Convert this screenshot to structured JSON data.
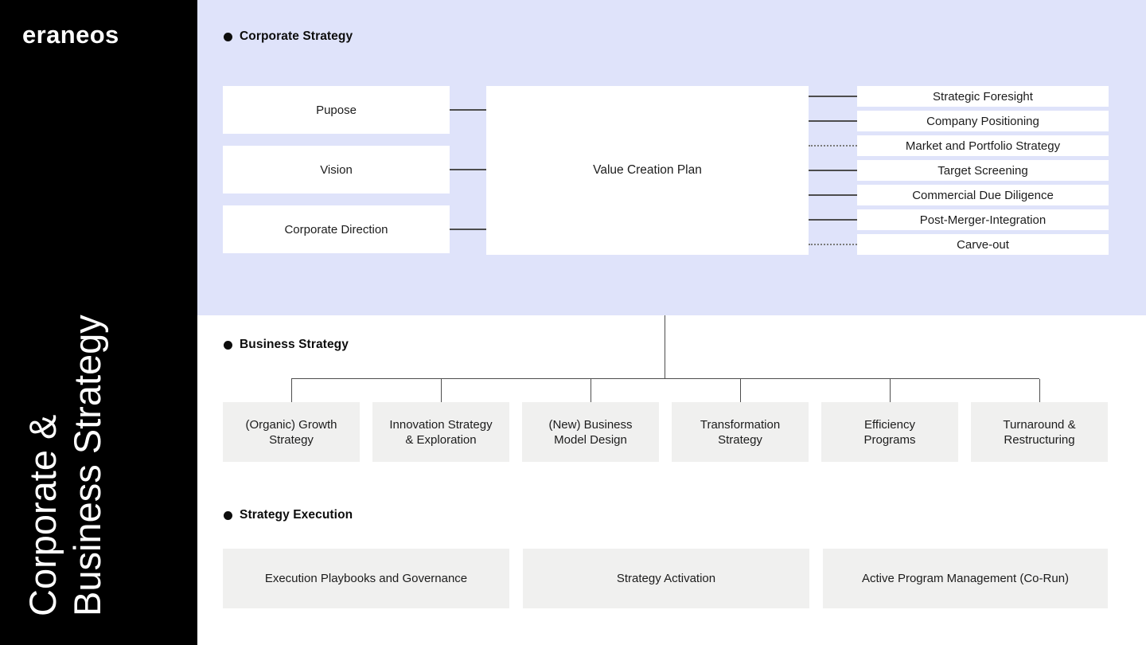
{
  "sidebar": {
    "logo": "eraneos",
    "vertical_title": "Corporate &\nBusiness Strategy"
  },
  "sections": {
    "corporate": {
      "label": "Corporate Strategy",
      "inputs": [
        "Pupose",
        "Vision",
        "Corporate Direction"
      ],
      "center": "Value Creation Plan",
      "outcomes": [
        "Strategic Foresight",
        "Company Positioning",
        "Market and Portfolio Strategy",
        "Target Screening",
        "Commercial Due Diligence",
        "Post-Merger-Integration",
        "Carve-out"
      ]
    },
    "business": {
      "label": "Business Strategy",
      "items": [
        "(Organic) Growth\nStrategy",
        "Innovation Strategy\n& Exploration",
        "(New) Business\nModel Design",
        "Transformation\nStrategy",
        "Efficiency\nPrograms",
        "Turnaround &\nRestructuring"
      ]
    },
    "execution": {
      "label": "Strategy Execution",
      "items": [
        "Execution Playbooks and Governance",
        "Strategy Activation",
        "Active Program Management (Co-Run)"
      ]
    }
  },
  "colors": {
    "sidebar_bg": "#000000",
    "panel_bg": "#dfe3fa",
    "white_box": "#ffffff",
    "gray_box": "#f0f0ef",
    "connector_solid": "#4d4d4d",
    "connector_dotted": "#7a7a7a",
    "text": "#1c1c1c"
  }
}
